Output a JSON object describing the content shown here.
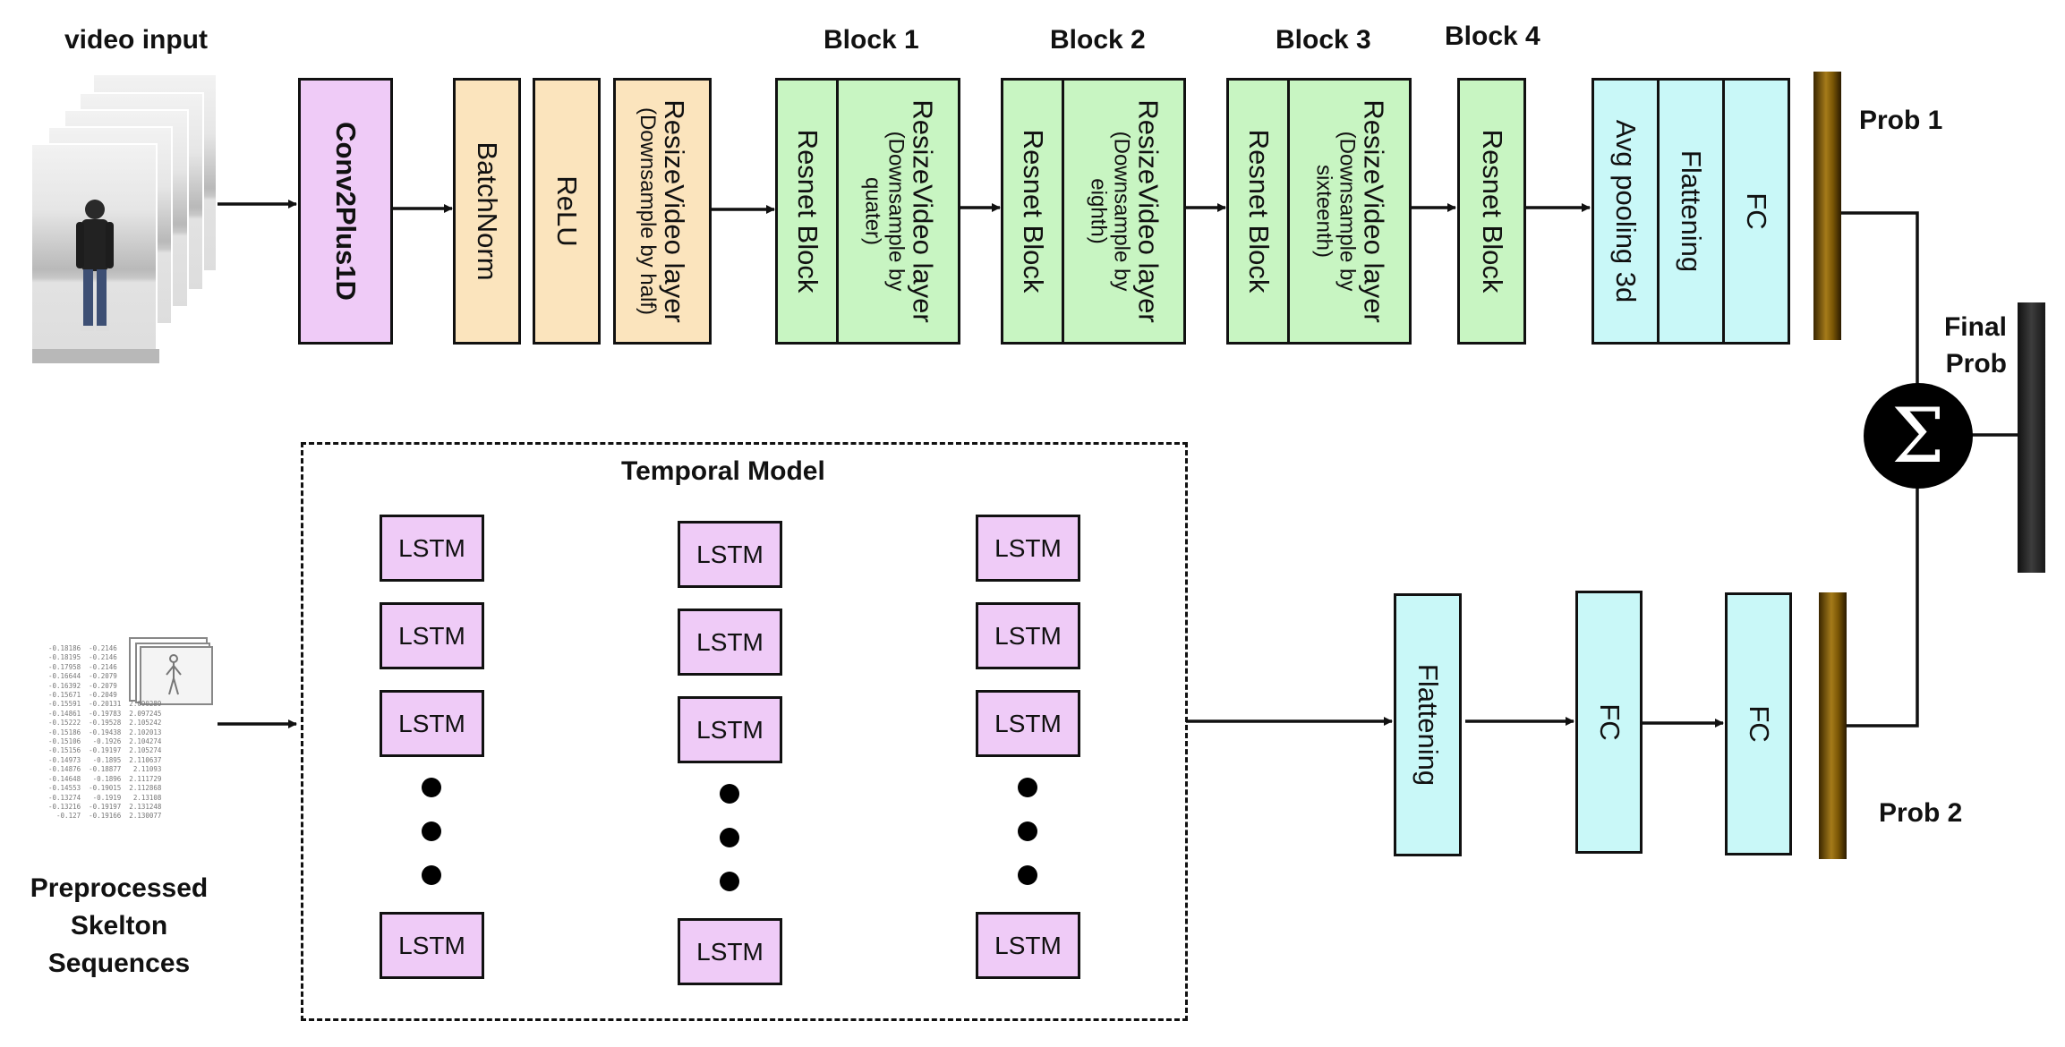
{
  "labels": {
    "video_input": "video input",
    "block1": "Block 1",
    "block2": "Block 2",
    "block3": "Block 3",
    "block4": "Block 4",
    "prob1": "Prob 1",
    "prob2": "Prob 2",
    "final_prob_line1": "Final",
    "final_prob_line2": "Prob",
    "temporal_model": "Temporal Model",
    "skeleton_line1": "Preprocessed",
    "skeleton_line2": "Skelton",
    "skeleton_line3": "Sequences",
    "sigma": "Σ"
  },
  "top_path": {
    "conv": "Conv2Plus1D",
    "batchnorm": "BatchNorm",
    "relu": "ReLU",
    "resize0_main": "ResizeVideo layer",
    "resize0_sub": "(Downsample by half)",
    "resnet_block": "Resnet Block",
    "resize1_main": "ResizeVideo layer",
    "resize1_sub1": "(Downsample by",
    "resize1_sub2": "quater)",
    "resize2_main": "ResizeVideo layer",
    "resize2_sub1": "(Downsample by",
    "resize2_sub2": "eighth)",
    "resize3_main": "ResizeVideo layer",
    "resize3_sub1": "(Downsample by",
    "resize3_sub2": "sixteenth)",
    "avgpool": "Avg pooling 3d",
    "flattening": "Flattening",
    "fc": "FC"
  },
  "bottom_path": {
    "lstm": "LSTM",
    "flattening": "Flattening",
    "fc": "FC"
  },
  "skeleton_numbers": [
    "-0.18186  -0.2146",
    "-0.18195  -0.2146",
    "-0.17958  -0.2146",
    "-0.16644  -0.2079",
    "-0.16392  -0.2079",
    "-0.15671  -0.2049",
    "-0.15591  -0.20131  2.090289",
    "-0.14861  -0.19783  2.097245",
    "-0.15222  -0.19528  2.105242",
    "-0.15186  -0.19438  2.102013",
    "-0.15106   -0.1926  2.104274",
    "-0.15156  -0.19197  2.105274",
    "-0.14973   -0.1895  2.110637",
    "-0.14876  -0.18877   2.11093",
    "-0.14648   -0.1896  2.111729",
    "-0.14553  -0.19015  2.112868",
    "-0.13274   -0.1919   2.13108",
    "-0.13216  -0.19197  2.131248",
    "  -0.127  -0.19166  2.130077"
  ],
  "colors": {
    "purple": "#efcbf7",
    "peach": "#fbe4bd",
    "green": "#c8f5c2",
    "cyan": "#c9f8f8",
    "gold": "#a57b1a",
    "dark": "#111111"
  }
}
